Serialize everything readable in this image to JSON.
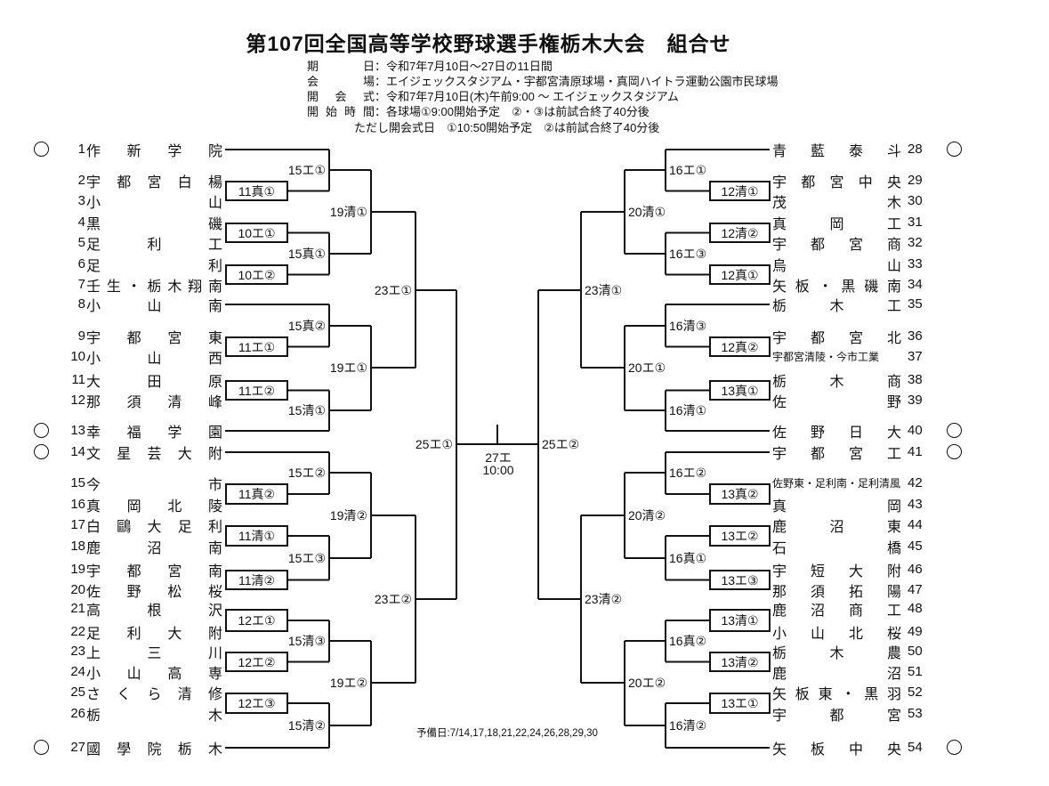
{
  "header": {
    "title": "第107回全国高等学校野球選手権栃木大会　組合せ",
    "colon": "：",
    "info": [
      {
        "label": "期日",
        "value": "令和7年7月10日～27日の11日間"
      },
      {
        "label": "会場",
        "value": "エイジェックスタジアム・宇都宮清原球場・真岡ハイトラ運動公園市民球場"
      },
      {
        "label": "開会式",
        "value": "令和7年7月10日(木)午前9:00 ～ エイジェックスタジアム"
      },
      {
        "label": "開始時間",
        "value": "各球場①9:00開始予定　②・③は前試合終了40分後"
      }
    ],
    "info_note": "ただし開会式日　①10:50開始予定　②は前試合終了40分後"
  },
  "bracket": {
    "left": {
      "teams": [
        {
          "n": 1,
          "name": "作新学院",
          "seed": true
        },
        {
          "n": 2,
          "name": "宇都宮白楊"
        },
        {
          "n": 3,
          "name": "小山"
        },
        {
          "n": 4,
          "name": "黒磯"
        },
        {
          "n": 5,
          "name": "足利工"
        },
        {
          "n": 6,
          "name": "足利"
        },
        {
          "n": 7,
          "name": "壬生・栃木翔南"
        },
        {
          "n": 8,
          "name": "小山南"
        },
        {
          "n": 9,
          "name": "宇都宮東"
        },
        {
          "n": 10,
          "name": "小山西"
        },
        {
          "n": 11,
          "name": "大田原"
        },
        {
          "n": 12,
          "name": "那須清峰"
        },
        {
          "n": 13,
          "name": "幸福学園",
          "seed": true
        },
        {
          "n": 14,
          "name": "文星芸大附",
          "seed": true
        },
        {
          "n": 15,
          "name": "今市"
        },
        {
          "n": 16,
          "name": "真岡北陵"
        },
        {
          "n": 17,
          "name": "白鷗大足利"
        },
        {
          "n": 18,
          "name": "鹿沼南"
        },
        {
          "n": 19,
          "name": "宇都宮南"
        },
        {
          "n": 20,
          "name": "佐野松桜"
        },
        {
          "n": 21,
          "name": "高根沢"
        },
        {
          "n": 22,
          "name": "足利大附"
        },
        {
          "n": 23,
          "name": "上三川"
        },
        {
          "n": 24,
          "name": "小山高専"
        },
        {
          "n": 25,
          "name": "さくら清修"
        },
        {
          "n": 26,
          "name": "栃木"
        },
        {
          "n": 27,
          "name": "國學院栃木",
          "seed": true
        }
      ],
      "r1": [
        "11真①",
        "10エ①",
        "10エ②",
        "11エ①",
        "11エ②",
        "11真②",
        "11清①",
        "11清②",
        "12エ①",
        "12エ②",
        "12エ③"
      ],
      "r2": [
        "15エ①",
        "15真①",
        "15真②",
        "15清①",
        "15エ②",
        "15エ③",
        "15清③",
        "15清②"
      ],
      "r3": [
        "19清①",
        "19エ①",
        "19清②",
        "19エ②"
      ],
      "qf": [
        "23エ①",
        "23エ②"
      ],
      "sf": "25エ①"
    },
    "right": {
      "teams": [
        {
          "n": 28,
          "name": "青藍泰斗",
          "seed": true
        },
        {
          "n": 29,
          "name": "宇都宮中央"
        },
        {
          "n": 30,
          "name": "茂木"
        },
        {
          "n": 31,
          "name": "真岡工"
        },
        {
          "n": 32,
          "name": "宇都宮商"
        },
        {
          "n": 33,
          "name": "烏山"
        },
        {
          "n": 34,
          "name": "矢板・黒磯南"
        },
        {
          "n": 35,
          "name": "栃木工"
        },
        {
          "n": 36,
          "name": "宇都宮北"
        },
        {
          "n": 37,
          "name": "宇都宮清陵・今市工業"
        },
        {
          "n": 38,
          "name": "栃木商"
        },
        {
          "n": 39,
          "name": "佐野"
        },
        {
          "n": 40,
          "name": "佐野日大",
          "seed": true
        },
        {
          "n": 41,
          "name": "宇都宮工",
          "seed": true
        },
        {
          "n": 42,
          "name": "佐野東・足利南・足利清風"
        },
        {
          "n": 43,
          "name": "真岡"
        },
        {
          "n": 44,
          "name": "鹿沼東"
        },
        {
          "n": 45,
          "name": "石橋"
        },
        {
          "n": 46,
          "name": "宇短大附"
        },
        {
          "n": 47,
          "name": "那須拓陽"
        },
        {
          "n": 48,
          "name": "鹿沼商工"
        },
        {
          "n": 49,
          "name": "小山北桜"
        },
        {
          "n": 50,
          "name": "栃木農"
        },
        {
          "n": 51,
          "name": "鹿沼"
        },
        {
          "n": 52,
          "name": "矢板東・黒羽"
        },
        {
          "n": 53,
          "name": "宇都宮"
        },
        {
          "n": 54,
          "name": "矢板中央",
          "seed": true
        }
      ],
      "r1": [
        "12清①",
        "12清②",
        "12真①",
        "12真②",
        "13真①",
        "13真②",
        "13エ②",
        "13エ③",
        "13清①",
        "13清②",
        "13エ①"
      ],
      "r2": [
        "16エ①",
        "16エ③",
        "16清③",
        "16清①",
        "16エ②",
        "16真①",
        "16真②",
        "16清②"
      ],
      "r3": [
        "20清①",
        "20エ①",
        "20清②",
        "20エ②"
      ],
      "qf": [
        "23清①",
        "23清②"
      ],
      "sf": "25エ②"
    },
    "final": {
      "label": "27エ",
      "time": "10:00"
    },
    "reserve_note": "予備日:7/14,17,18,21,22,24,26,28,29,30"
  }
}
